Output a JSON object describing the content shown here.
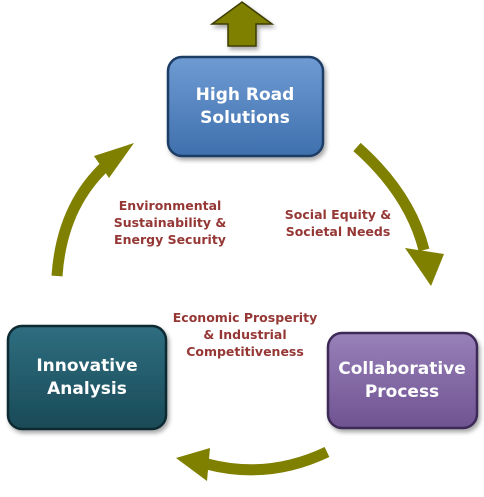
{
  "nodes": {
    "high_road": {
      "line1": "High Road",
      "line2": "Solutions"
    },
    "collaborative": {
      "line1": "Collaborative",
      "line2": "Process"
    },
    "innovative": {
      "line1": "Innovative",
      "line2": "Analysis"
    }
  },
  "notes": {
    "environmental": {
      "line1": "Environmental",
      "line2": "Sustainability &",
      "line3": "Energy Security"
    },
    "social": {
      "line1": "Social Equity &",
      "line2": "Societal Needs"
    },
    "economic": {
      "line1": "Economic Prosperity",
      "line2": "& Industrial",
      "line3": "Competitiveness"
    }
  },
  "colors": {
    "high_road_fill": "#4f81bd",
    "collaborative_fill": "#8064a2",
    "innovative_fill": "#215968",
    "arrow": "#7f7f00",
    "note_text": "#953735"
  },
  "icons": {
    "top": "up-arrow-icon",
    "cycle": "curved-arrow-icon"
  }
}
